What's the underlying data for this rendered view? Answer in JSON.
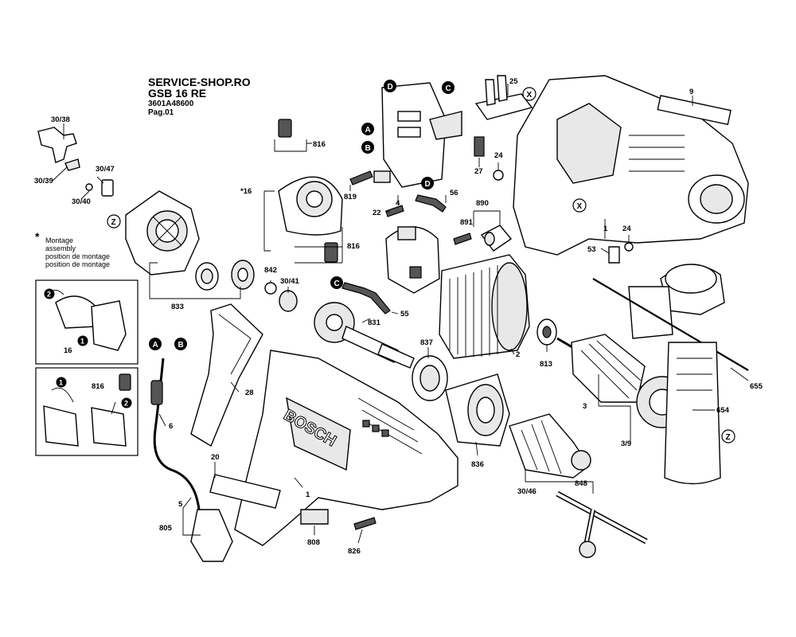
{
  "header": {
    "shop": "SERVICE-SHOP.RO",
    "model": "GSB 16 RE",
    "part_number": "3601A48600",
    "page": "Pag.01"
  },
  "note": {
    "symbol": "*",
    "lines": [
      "Montage",
      "assembly",
      "position de montage",
      "position de montage"
    ]
  },
  "brand_on_housing": "BOSCH",
  "callouts": {
    "A": "A",
    "B": "B",
    "C": "C",
    "D": "D",
    "X": "X",
    "Z": "Z",
    "step1": "1",
    "step2": "2"
  },
  "labels": {
    "p30_38": "30/38",
    "p30_39": "30/39",
    "p30_47": "30/47",
    "p30_40": "30/40",
    "p816_top": "816",
    "p16": "*16",
    "p816_mid": "816",
    "p819": "819",
    "p22": "22",
    "p4": "4",
    "p56": "56",
    "p890": "890",
    "p891": "891",
    "p25": "25",
    "p27": "27",
    "p24_top": "24",
    "p9": "9",
    "p1_right": "1",
    "p24_mid": "24",
    "p53": "53",
    "p842": "842",
    "p30_41": "30/41",
    "p833": "833",
    "p55": "55",
    "p831": "831",
    "p837": "837",
    "p2": "2",
    "p813": "813",
    "p655": "655",
    "p3": "3",
    "p654": "654",
    "p3_9": "3/9",
    "p836": "836",
    "p848": "848",
    "p30_46": "30/46",
    "p28": "28",
    "p6": "6",
    "p20": "20",
    "p1_housing": "1",
    "p5": "5",
    "p805": "805",
    "p808": "808",
    "p826": "826",
    "p16_inset": "16",
    "p816_inset": "816"
  }
}
